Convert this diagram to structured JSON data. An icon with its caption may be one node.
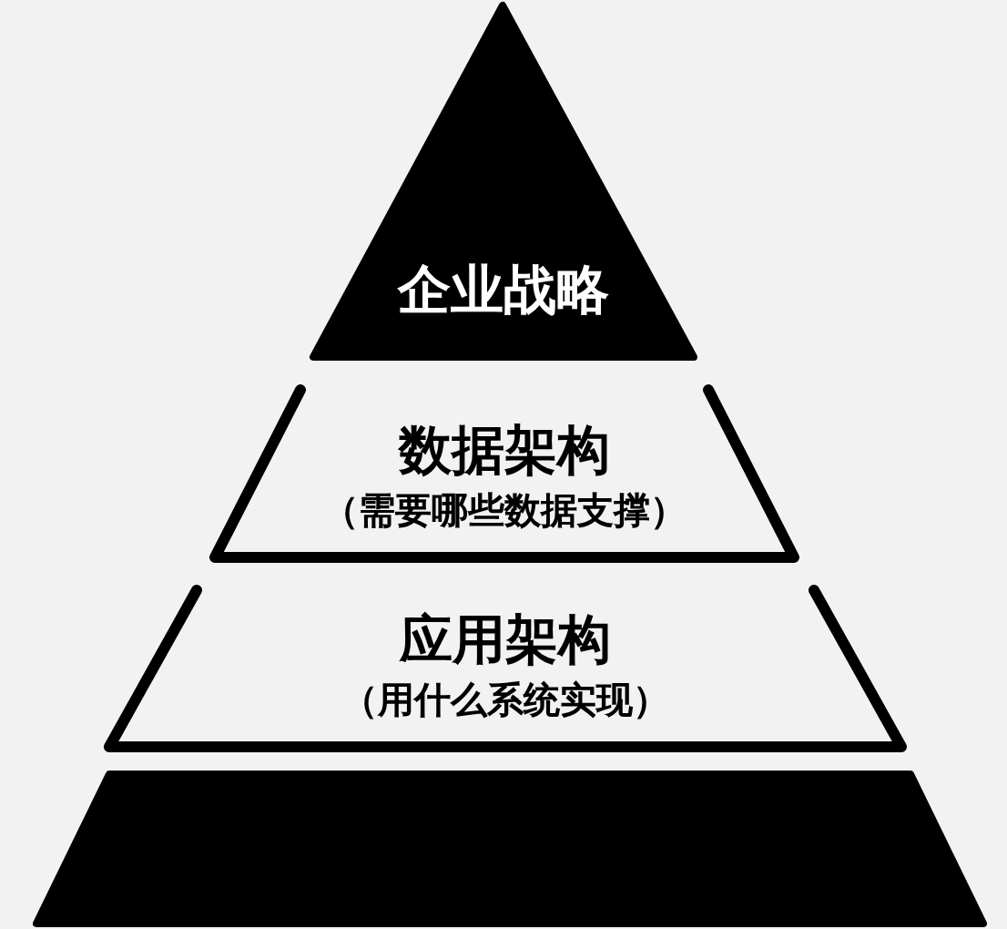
{
  "diagram": {
    "nodes": [
      {
        "text": [
          "企业战略"
        ]
      },
      {
        "text": [
          "数据架构",
          "（需要哪些数据支撑）"
        ]
      },
      {
        "text": [
          "应用架构",
          "（用什么系统实现）"
        ]
      },
      {
        "text": [],
        "shape": "bar"
      }
    ]
  }
}
